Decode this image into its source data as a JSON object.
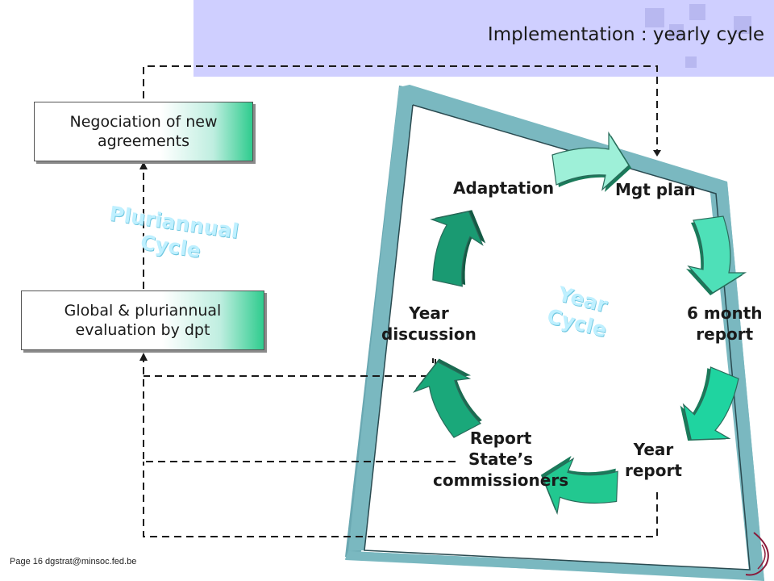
{
  "header": {
    "title": "Implementation : yearly cycle"
  },
  "boxes": {
    "negociation": "Negociation of new agreements",
    "global_eval": "Global & pluriannual evaluation by dpt"
  },
  "cycles": {
    "pluriannual": "Pluriannual\nCycle",
    "year": "Year\nCycle"
  },
  "stages": {
    "adaptation": "Adaptation",
    "mgt_plan": "Mgt plan",
    "six_month": "6 month\nreport",
    "year_report": "Year\nreport",
    "report_state": "Report\nState’s\ncommissioners",
    "year_discussion": "Year\ndiscussion"
  },
  "footer": {
    "page": "Page 16 dgstrat@minsoc.fed.be"
  },
  "colors": {
    "header_band": "#cfcfff",
    "frame": "#7ab8c0",
    "arrow_light": "#9ef0d8",
    "arrow_mid": "#2fd8a8",
    "arrow_dark": "#1a9a72"
  }
}
